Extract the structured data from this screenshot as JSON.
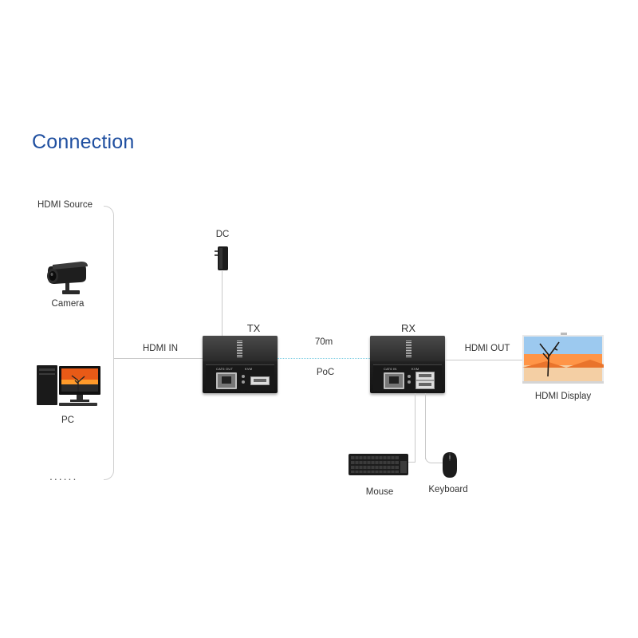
{
  "title": "Connection",
  "source_group": {
    "label": "HDMI Source",
    "items": [
      "Camera",
      "PC"
    ],
    "more": "......"
  },
  "tx": {
    "label": "TX",
    "dc_label": "DC",
    "hdmi_in_label": "HDMI IN",
    "port_labels": [
      "CAT6 OUT",
      "KVM"
    ]
  },
  "link": {
    "distance": "70m",
    "power": "PoC"
  },
  "rx": {
    "label": "RX",
    "hdmi_out_label": "HDMI OUT",
    "port_labels": [
      "CAT6 IN",
      "KVM"
    ]
  },
  "display": {
    "label": "HDMI Display"
  },
  "peripherals": {
    "mouse": "Mouse",
    "keyboard": "Keyboard"
  },
  "colors": {
    "title": "#1f4fa0",
    "link_line": "#7fcfe3",
    "line": "#c9c9c9"
  }
}
